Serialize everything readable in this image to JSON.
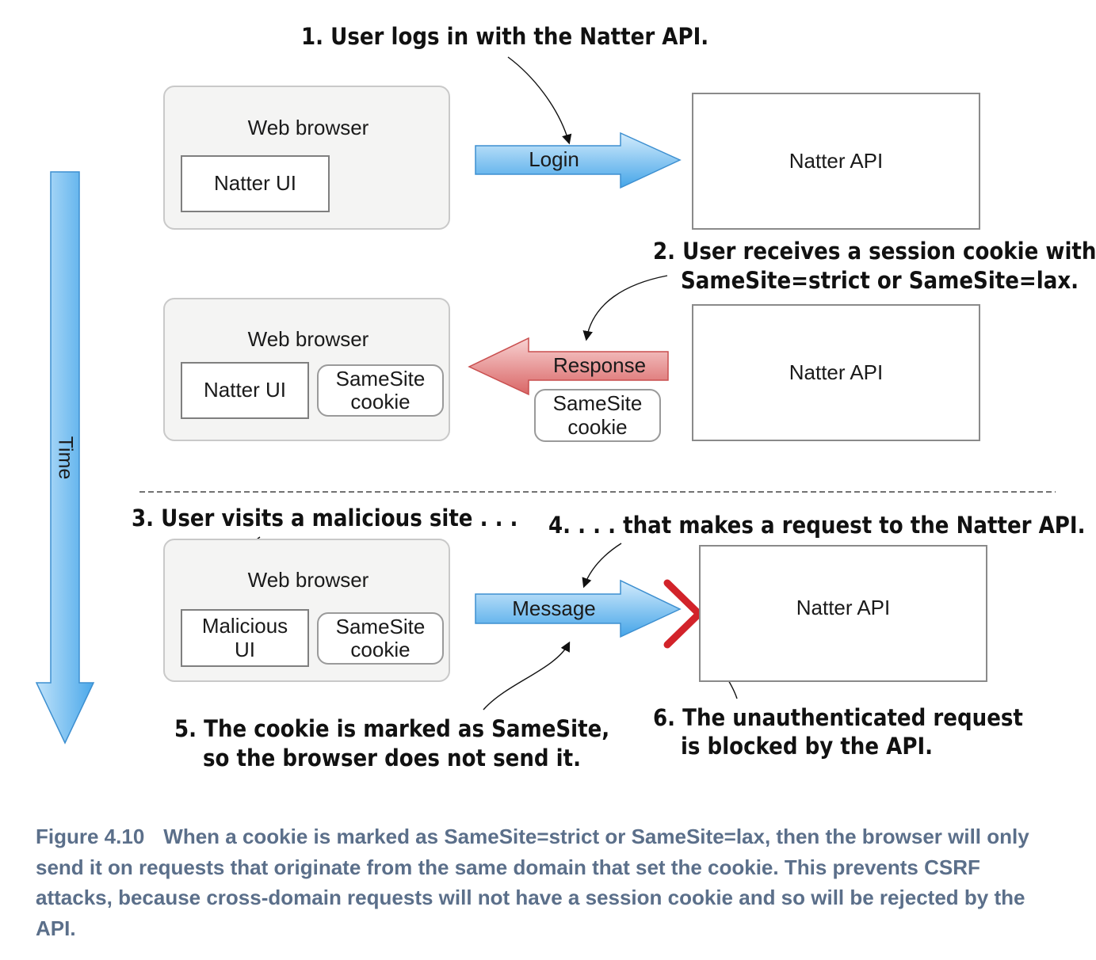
{
  "notes": {
    "step1": "1. User logs in with the Natter API.",
    "step2_line1": "2. User receives a session cookie with",
    "step2_line2": "SameSite=strict or SameSite=lax.",
    "step3": "3. User visits a malicious site . . .",
    "step4": "4. . . . that makes a request to the Natter API.",
    "step5_line1": "5. The cookie is marked as SameSite,",
    "step5_line2": "so the browser does not send it.",
    "step6_line1": "6. The unauthenticated request",
    "step6_line2": "is blocked by the API."
  },
  "row1": {
    "browser_title": "Web browser",
    "ui_label": "Natter UI",
    "arrow_label": "Login",
    "api_label": "Natter API"
  },
  "row2": {
    "browser_title": "Web browser",
    "ui_label": "Natter UI",
    "cookie_line1": "SameSite",
    "cookie_line2": "cookie",
    "arrow_label": "Response",
    "sent_cookie_line1": "SameSite",
    "sent_cookie_line2": "cookie",
    "api_label": "Natter API"
  },
  "row3": {
    "browser_title": "Web browser",
    "ui_line1": "Malicious",
    "ui_line2": "UI",
    "cookie_line1": "SameSite",
    "cookie_line2": "cookie",
    "arrow_label": "Message",
    "api_label": "Natter API"
  },
  "time_label": "Time",
  "caption": {
    "number": "Figure 4.10",
    "text": "When a cookie is marked as SameSite=strict or SameSite=lax, then the browser will only send it on requests that originate from the same domain that set the cookie. This prevents CSRF attacks, because cross-domain requests will not have a session cookie and so will be rejected by the API."
  },
  "colors": {
    "blue_arrow_top": "#cfe9fb",
    "blue_arrow_bottom": "#4aa8ea",
    "red_arrow_top": "#f6c9c9",
    "red_arrow_bottom": "#dd6d6d",
    "block_mark": "#d2232a",
    "caption_text": "#5b6f8a"
  },
  "icons": {
    "block": "x-mark-icon"
  }
}
